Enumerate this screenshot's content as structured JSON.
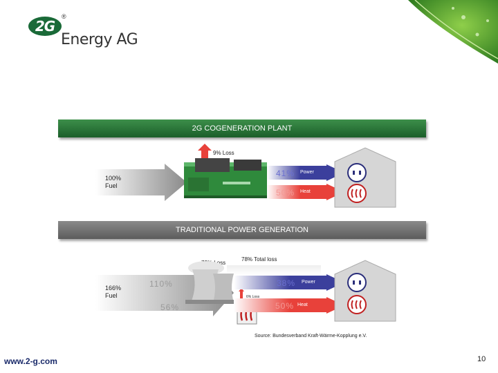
{
  "logo": {
    "mark": "2G",
    "registered": "®",
    "name": "Energy AG"
  },
  "cogeneration": {
    "title": "2G COGENERATION PLANT",
    "loss": "9% Loss",
    "fuel": "100%\nFuel",
    "power_pct": "41%",
    "power_label": "Power",
    "heat_pct": "50%",
    "heat_label": "Heat"
  },
  "traditional": {
    "title": "TRADITIONAL POWER GENERATION",
    "loss": "72% Loss",
    "total_loss": "78% Total loss",
    "fuel": "166%\nFuel",
    "fuel_power_pct": "110%",
    "fuel_heat_pct": "56%",
    "power_pct": "38%",
    "power_label": "Power",
    "heat_pct": "50%",
    "heat_label": "Heat",
    "small_loss": "6% Loss"
  },
  "source": "Source: Bundesverband Kraft-Wärme-Kopplung e.V.",
  "footer": {
    "url": "www.2-g.com",
    "page": "10"
  },
  "colors": {
    "green": "#1b5e2a",
    "blue": "#3b3f9c",
    "red": "#e8413a",
    "gray": "#7a7a7a"
  }
}
